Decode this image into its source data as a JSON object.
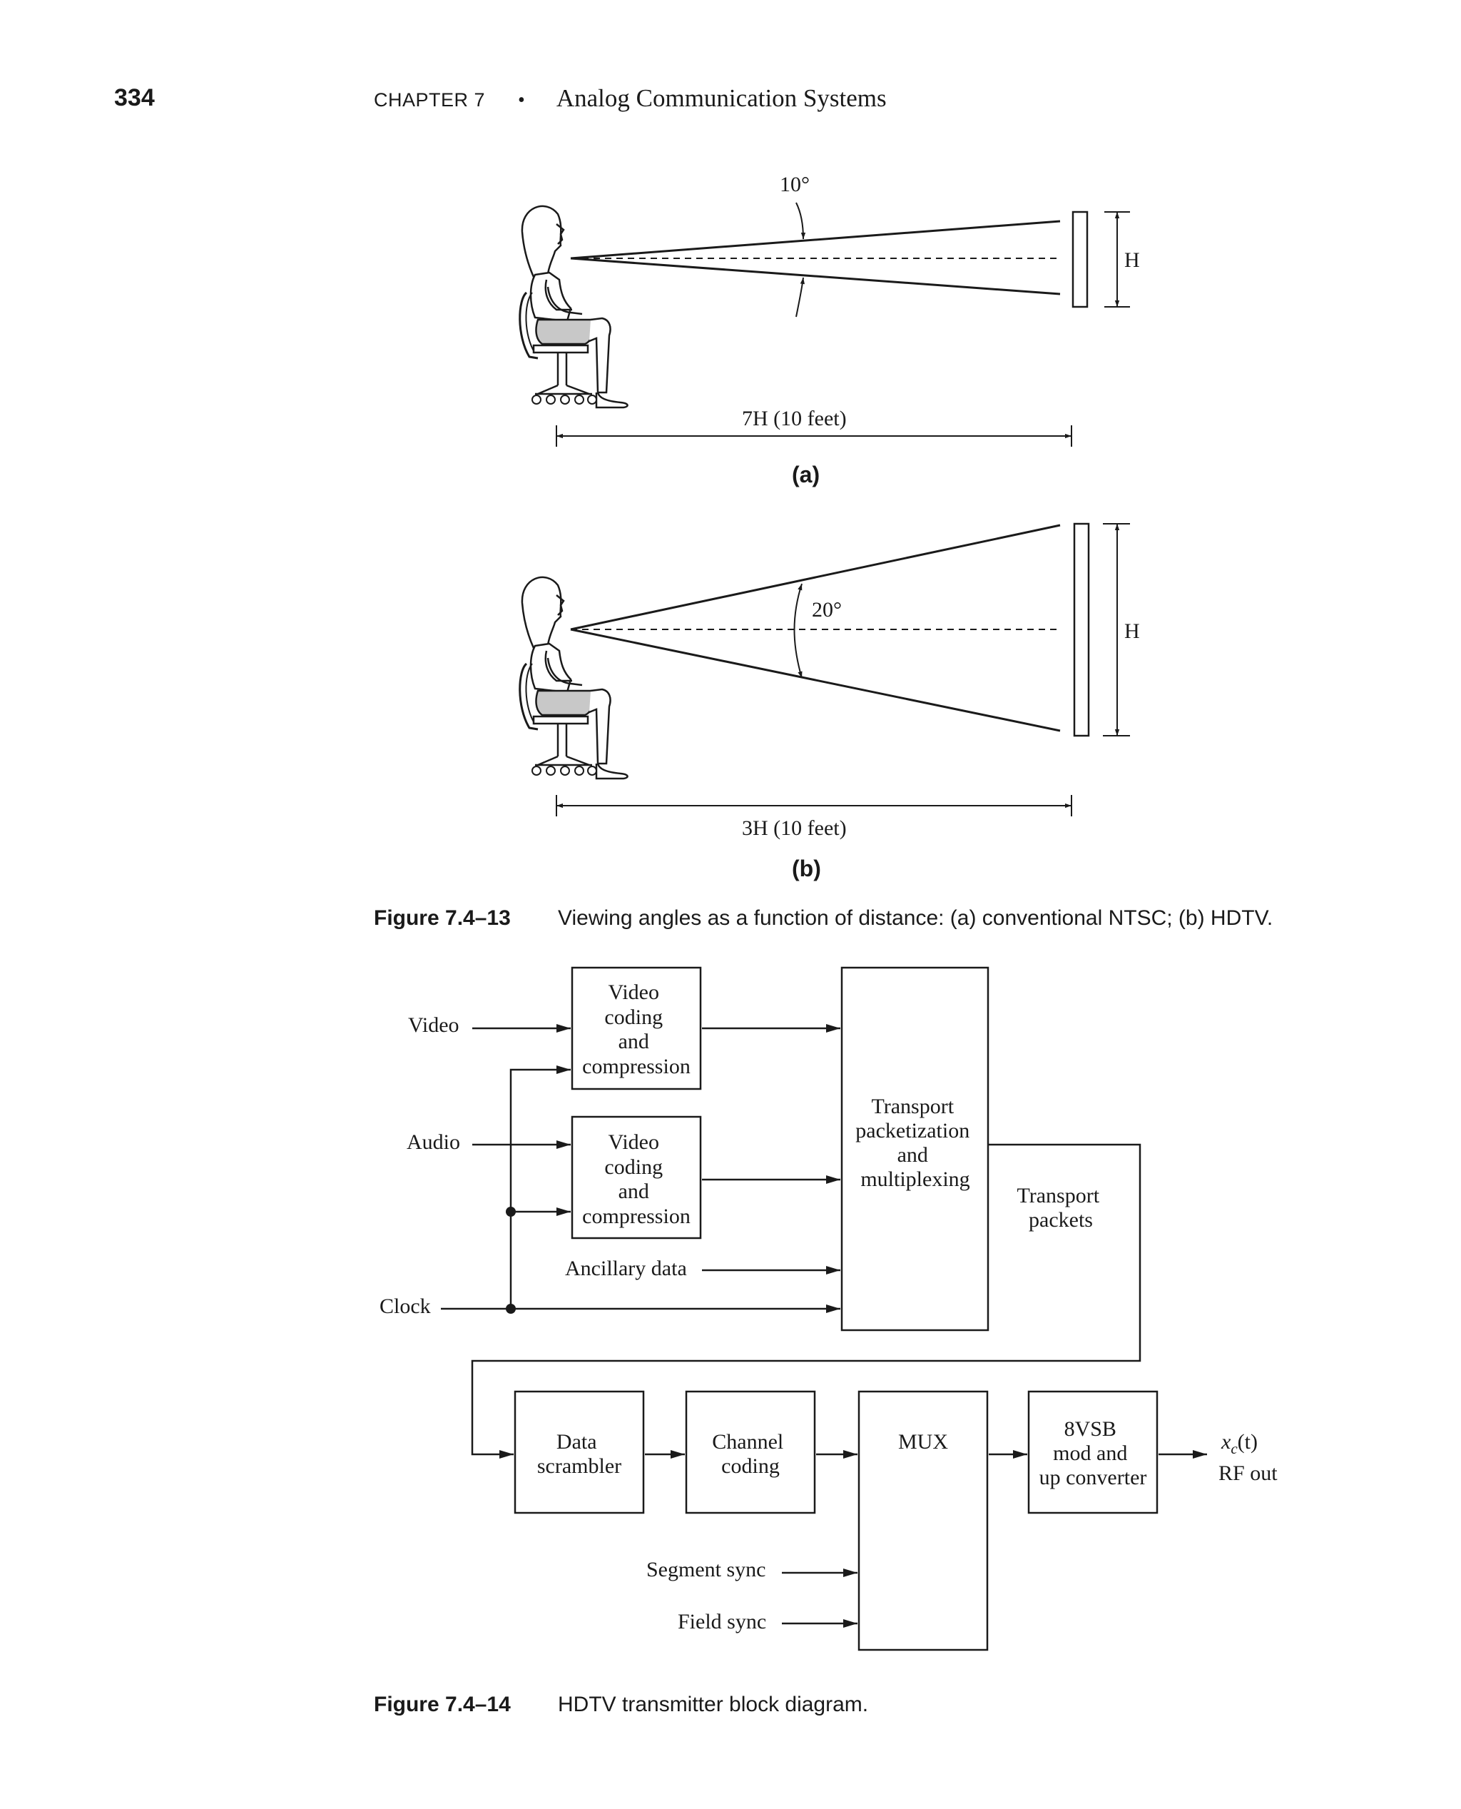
{
  "header": {
    "page_number": "334",
    "chapter": "CHAPTER 7",
    "bullet": "•",
    "title": "Analog Communication Systems"
  },
  "figure_13": {
    "a": {
      "angle": "10°",
      "height": "H",
      "distance": "7H (10 feet)",
      "sublabel": "(a)"
    },
    "b": {
      "angle": "20°",
      "height": "H",
      "distance": "3H (10 feet)",
      "sublabel": "(b)"
    },
    "caption_label": "Figure 7.4–13",
    "caption_text": "Viewing angles as a function of distance: (a) conventional NTSC; (b) HDTV."
  },
  "figure_14": {
    "inputs": {
      "video": "Video",
      "audio": "Audio",
      "clock": "Clock",
      "ancillary": "Ancillary data",
      "segment_sync": "Segment sync",
      "field_sync": "Field sync"
    },
    "video_block": [
      "Video",
      "coding",
      "and",
      "compression"
    ],
    "audio_block": [
      "Video",
      "coding",
      "and",
      "compression"
    ],
    "transport_block": [
      "Transport",
      "packetization",
      "and",
      "multiplexing"
    ],
    "transport_packets": [
      "Transport",
      "packets"
    ],
    "scrambler": [
      "Data",
      "scrambler"
    ],
    "channel_coding": [
      "Channel",
      "coding"
    ],
    "mux": "MUX",
    "vsb": [
      "8VSB",
      "mod and",
      "up converter"
    ],
    "output": {
      "signal_x": "x",
      "signal_sub": "c",
      "signal_arg": "(t)",
      "rf": "RF out"
    },
    "caption_label": "Figure 7.4–14",
    "caption_text": "HDTV transmitter block diagram."
  }
}
